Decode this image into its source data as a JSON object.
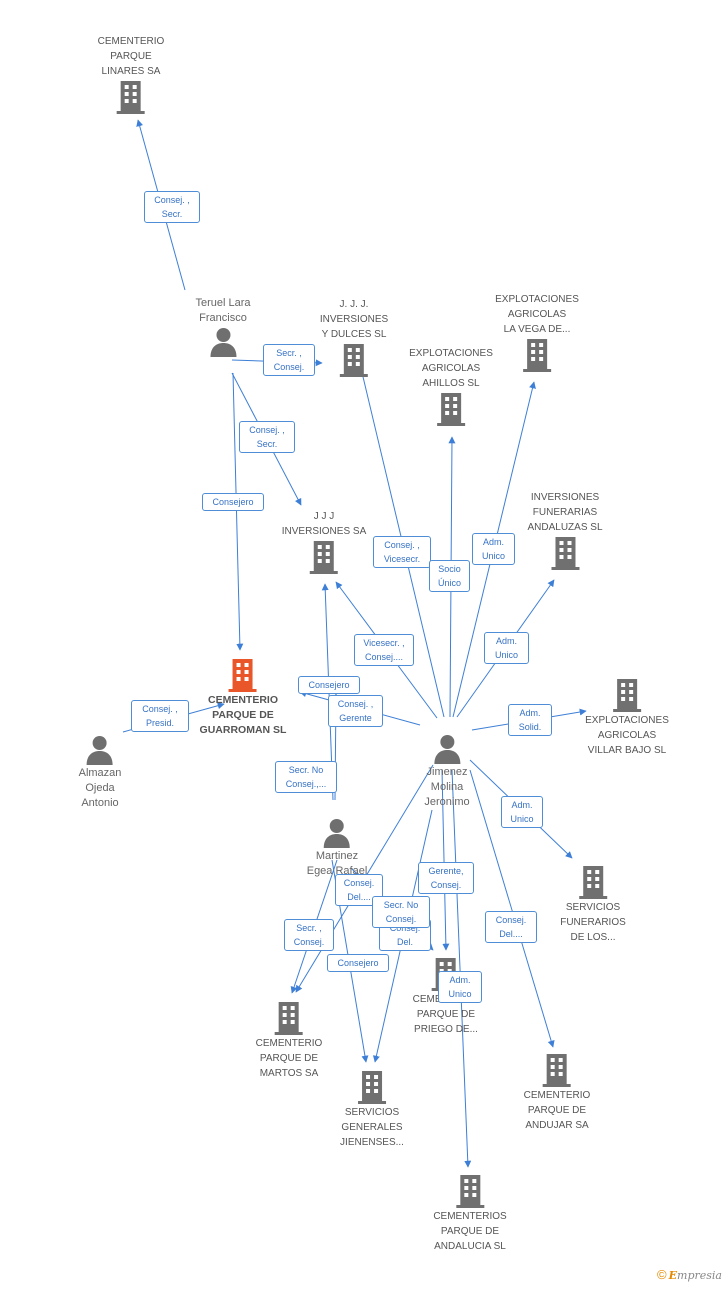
{
  "colors": {
    "company": "#707070",
    "focus": "#e8562a",
    "person": "#6f6f6f",
    "edge": "#3d7fd6",
    "label_text": "#3672c4"
  },
  "nodes": {
    "linares": {
      "label": "CEMENTERIO\nPARQUE\nLINARES SA",
      "icon": "building-icon"
    },
    "teruel": {
      "label": "Teruel Lara\nFrancisco",
      "icon": "person-icon"
    },
    "jjj_dulces": {
      "label": "J.  J. J.\nINVERSIONES\nY DULCES SL",
      "icon": "building-icon"
    },
    "ahillos": {
      "label": "EXPLOTACIONES\nAGRICOLAS\nAHILLOS  SL",
      "icon": "building-icon"
    },
    "vega": {
      "label": "EXPLOTACIONES\nAGRICOLAS\nLA VEGA DE...",
      "icon": "building-icon"
    },
    "jjj_sa": {
      "label": "J J J\nINVERSIONES SA",
      "icon": "building-icon"
    },
    "inv_funerarias": {
      "label": "INVERSIONES\nFUNERARIAS\nANDALUZAS SL",
      "icon": "building-icon"
    },
    "guarroman": {
      "label": "CEMENTERIO\nPARQUE DE\nGUARROMAN SL",
      "icon": "building-icon"
    },
    "almazan": {
      "label": "Almazan\nOjeda\nAntonio",
      "icon": "person-icon"
    },
    "jimenez": {
      "label": "Jimenez\nMolina\nJeronimo",
      "icon": "person-icon"
    },
    "villar": {
      "label": "EXPLOTACIONES\nAGRICOLAS\nVILLAR BAJO SL",
      "icon": "building-icon"
    },
    "martinez": {
      "label": "Martinez\nEgea Rafael",
      "icon": "person-icon"
    },
    "serv_funerarios": {
      "label": "SERVICIOS\nFUNERARIOS\nDE LOS...",
      "icon": "building-icon"
    },
    "martos": {
      "label": "CEMENTERIO\nPARQUE DE\nMARTOS SA",
      "icon": "building-icon"
    },
    "priego": {
      "label": "CEMENTERIO\nPARQUE DE\nPRIEGO DE...",
      "icon": "building-icon"
    },
    "andujar": {
      "label": "CEMENTERIO\nPARQUE DE\nANDUJAR SA",
      "icon": "building-icon"
    },
    "serv_generales": {
      "label": "SERVICIOS\nGENERALES\nJIENENSES...",
      "icon": "building-icon"
    },
    "andalucia": {
      "label": "CEMENTERIOS\nPARQUE DE\nANDALUCIA SL",
      "icon": "building-icon"
    }
  },
  "relations": {
    "teruel_linares": "Consej. ,\nSecr.",
    "teruel_jjjdulces": "Secr. ,\nConsej.",
    "teruel_jjjsa": "Consej. ,\nSecr.",
    "teruel_guarroman": "Consejero",
    "almazan_guarroman": "Consej. ,\nPresid.",
    "jimenez_jjjdulces": "Consej. ,\nVicesecr.",
    "jimenez_ahillos": "Socio\nÚnico",
    "jimenez_vega": "Adm.\nUnico",
    "jimenez_invfunerarias": "Adm.\nUnico",
    "jimenez_jjjsa": "Vicesecr. ,\nConsej....",
    "martinez_guarroman": "Consejero",
    "jimenez_guarroman": "Consej. ,\nGerente",
    "martinez_jjjsa": "Secr.  No\nConsej.,...",
    "jimenez_villar": "Adm.\nSolid.",
    "jimenez_servfunerarios": "Adm.\nUnico",
    "martinez_martos": "Consej.\nDel....",
    "jimenez_martos_secr": "Secr.  No\nConsej.",
    "martinez_martos2": "Secr. ,\nConsej.",
    "jimenez_servgen": "Consej.\nDel.",
    "jimenez_priego": "Gerente,\nConsej.",
    "jimenez_andujar": "Consej.\nDel....",
    "martinez_servgen": "Consejero",
    "jimenez_andalucia": "Adm.\nUnico"
  },
  "brand": {
    "copyright": "©",
    "name_initial": "E",
    "name_rest": "mpresia"
  }
}
